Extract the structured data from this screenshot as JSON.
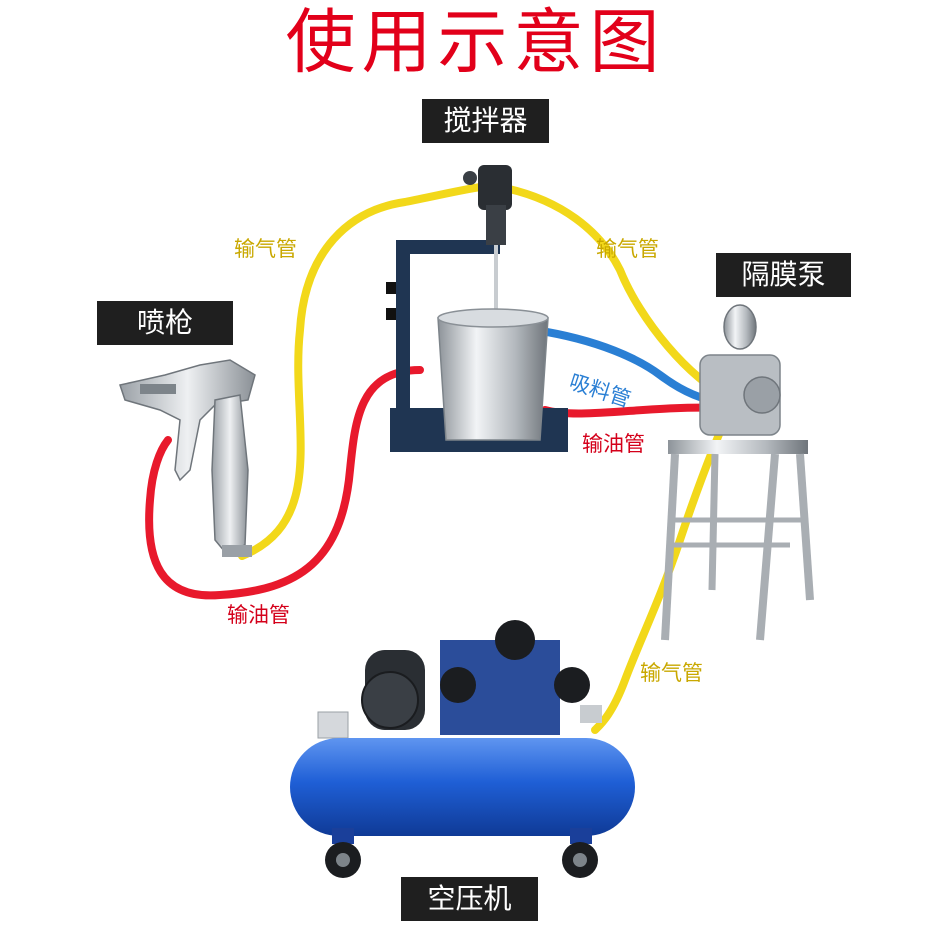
{
  "title": "使用示意图",
  "devices": {
    "mixer": "搅拌器",
    "spray_gun": "喷枪",
    "pump": "隔膜泵",
    "compressor": "空压机"
  },
  "hoses": {
    "air_left": "输气管",
    "air_right": "输气管",
    "air_bottom": "输气管",
    "suction": "吸料管",
    "oil_right": "输油管",
    "oil_left": "输油管"
  },
  "colors": {
    "title": "#e2001a",
    "air_hose": "#f2d81a",
    "oil_hose": "#e8192c",
    "suction_hose": "#2a7fd4",
    "air_label": "#c9a800",
    "oil_label": "#d4001a",
    "suction_label": "#2a7fd4",
    "compressor_tank": "#1f5fd6"
  }
}
